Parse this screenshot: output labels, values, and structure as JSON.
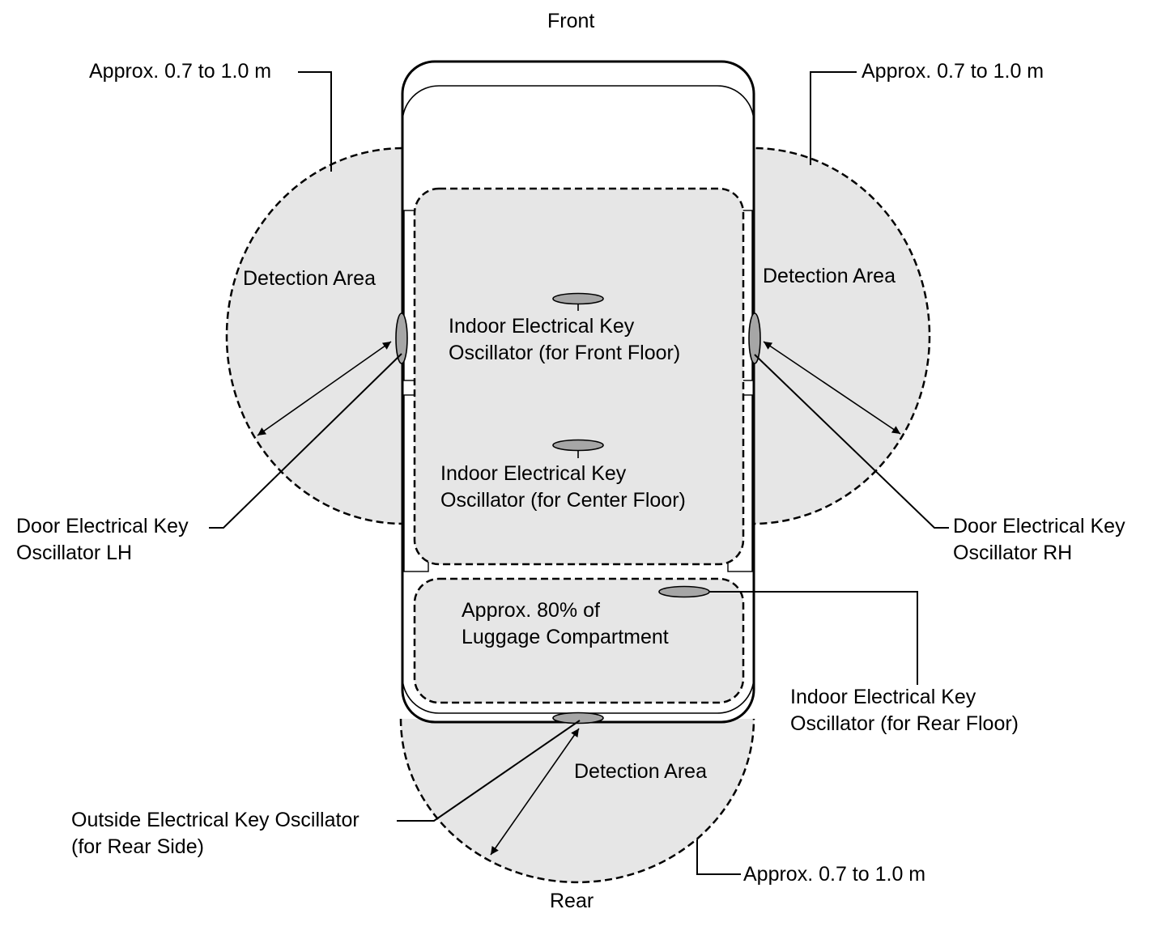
{
  "colors": {
    "stroke": "#000000",
    "area_fill": "#e6e6e6",
    "oscillator_fill": "#a6a6a6",
    "vehicle_fill": "#ffffff"
  },
  "labels": {
    "front": "Front",
    "rear": "Rear",
    "range_top_left": "Approx. 0.7 to 1.0 m",
    "range_top_right": "Approx. 0.7 to 1.0 m",
    "range_bottom": "Approx. 0.7 to 1.0 m",
    "detection_left": "Detection Area",
    "detection_right": "Detection Area",
    "detection_rear": "Detection Area",
    "indoor_front": [
      "Indoor Electrical Key",
      "Oscillator (for Front Floor)"
    ],
    "indoor_center": [
      "Indoor Electrical Key",
      "Oscillator (for Center Floor)"
    ],
    "luggage": [
      "Approx. 80% of",
      "Luggage Compartment"
    ],
    "indoor_rear": [
      "Indoor Electrical Key",
      "Oscillator (for Rear Floor)"
    ],
    "door_lh": [
      "Door Electrical Key",
      "Oscillator LH"
    ],
    "door_rh": [
      "Door Electrical Key",
      "Oscillator RH"
    ],
    "outside_rear": [
      "Outside Electrical Key Oscillator",
      "(for Rear Side)"
    ]
  }
}
